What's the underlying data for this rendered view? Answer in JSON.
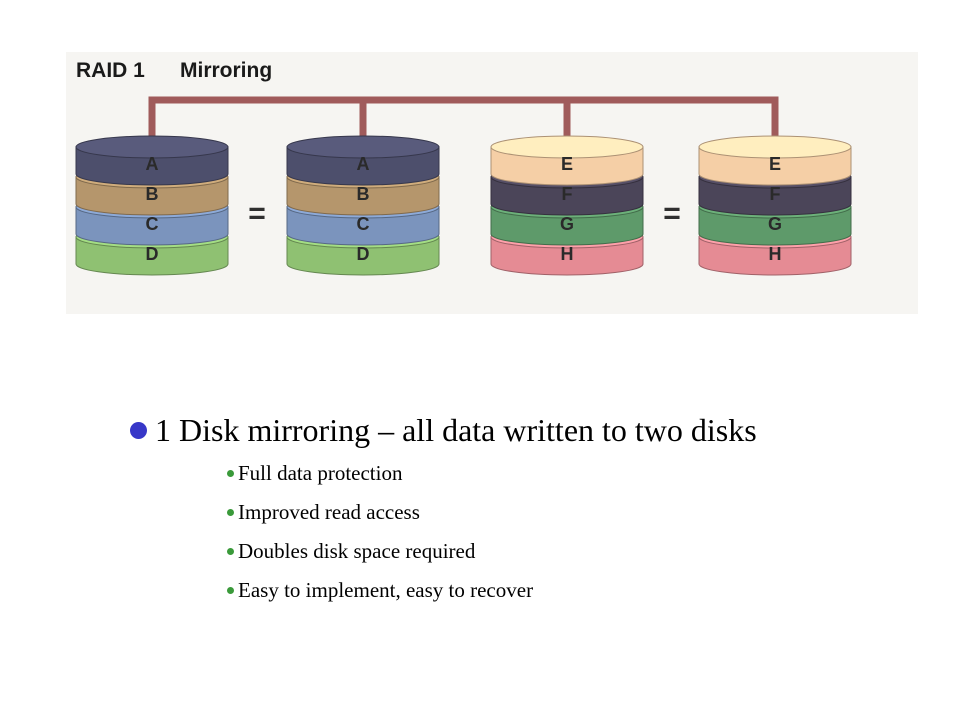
{
  "figure": {
    "raid_label": "RAID 1",
    "mode_label": "Mirroring",
    "equals_sign": "=",
    "colors": {
      "A": "#4d4f6c",
      "B": "#b5966c",
      "C": "#7b94bd",
      "D": "#8fc172",
      "E": "#f5cfa6",
      "F": "#4b4559",
      "G": "#5e9a6a",
      "H": "#e58b94",
      "connector": "#a05b5b"
    },
    "disks": [
      {
        "name": "disk-1",
        "layers": [
          "A",
          "B",
          "C",
          "D"
        ]
      },
      {
        "name": "disk-2",
        "layers": [
          "A",
          "B",
          "C",
          "D"
        ]
      },
      {
        "name": "disk-3",
        "layers": [
          "E",
          "F",
          "G",
          "H"
        ]
      },
      {
        "name": "disk-4",
        "layers": [
          "E",
          "F",
          "G",
          "H"
        ]
      }
    ]
  },
  "main_bullet": "1 Disk mirroring – all data written to two disks",
  "sub_bullets": [
    "Full data protection",
    "Improved read access",
    "Doubles disk space required",
    "Easy to implement, easy to recover"
  ]
}
